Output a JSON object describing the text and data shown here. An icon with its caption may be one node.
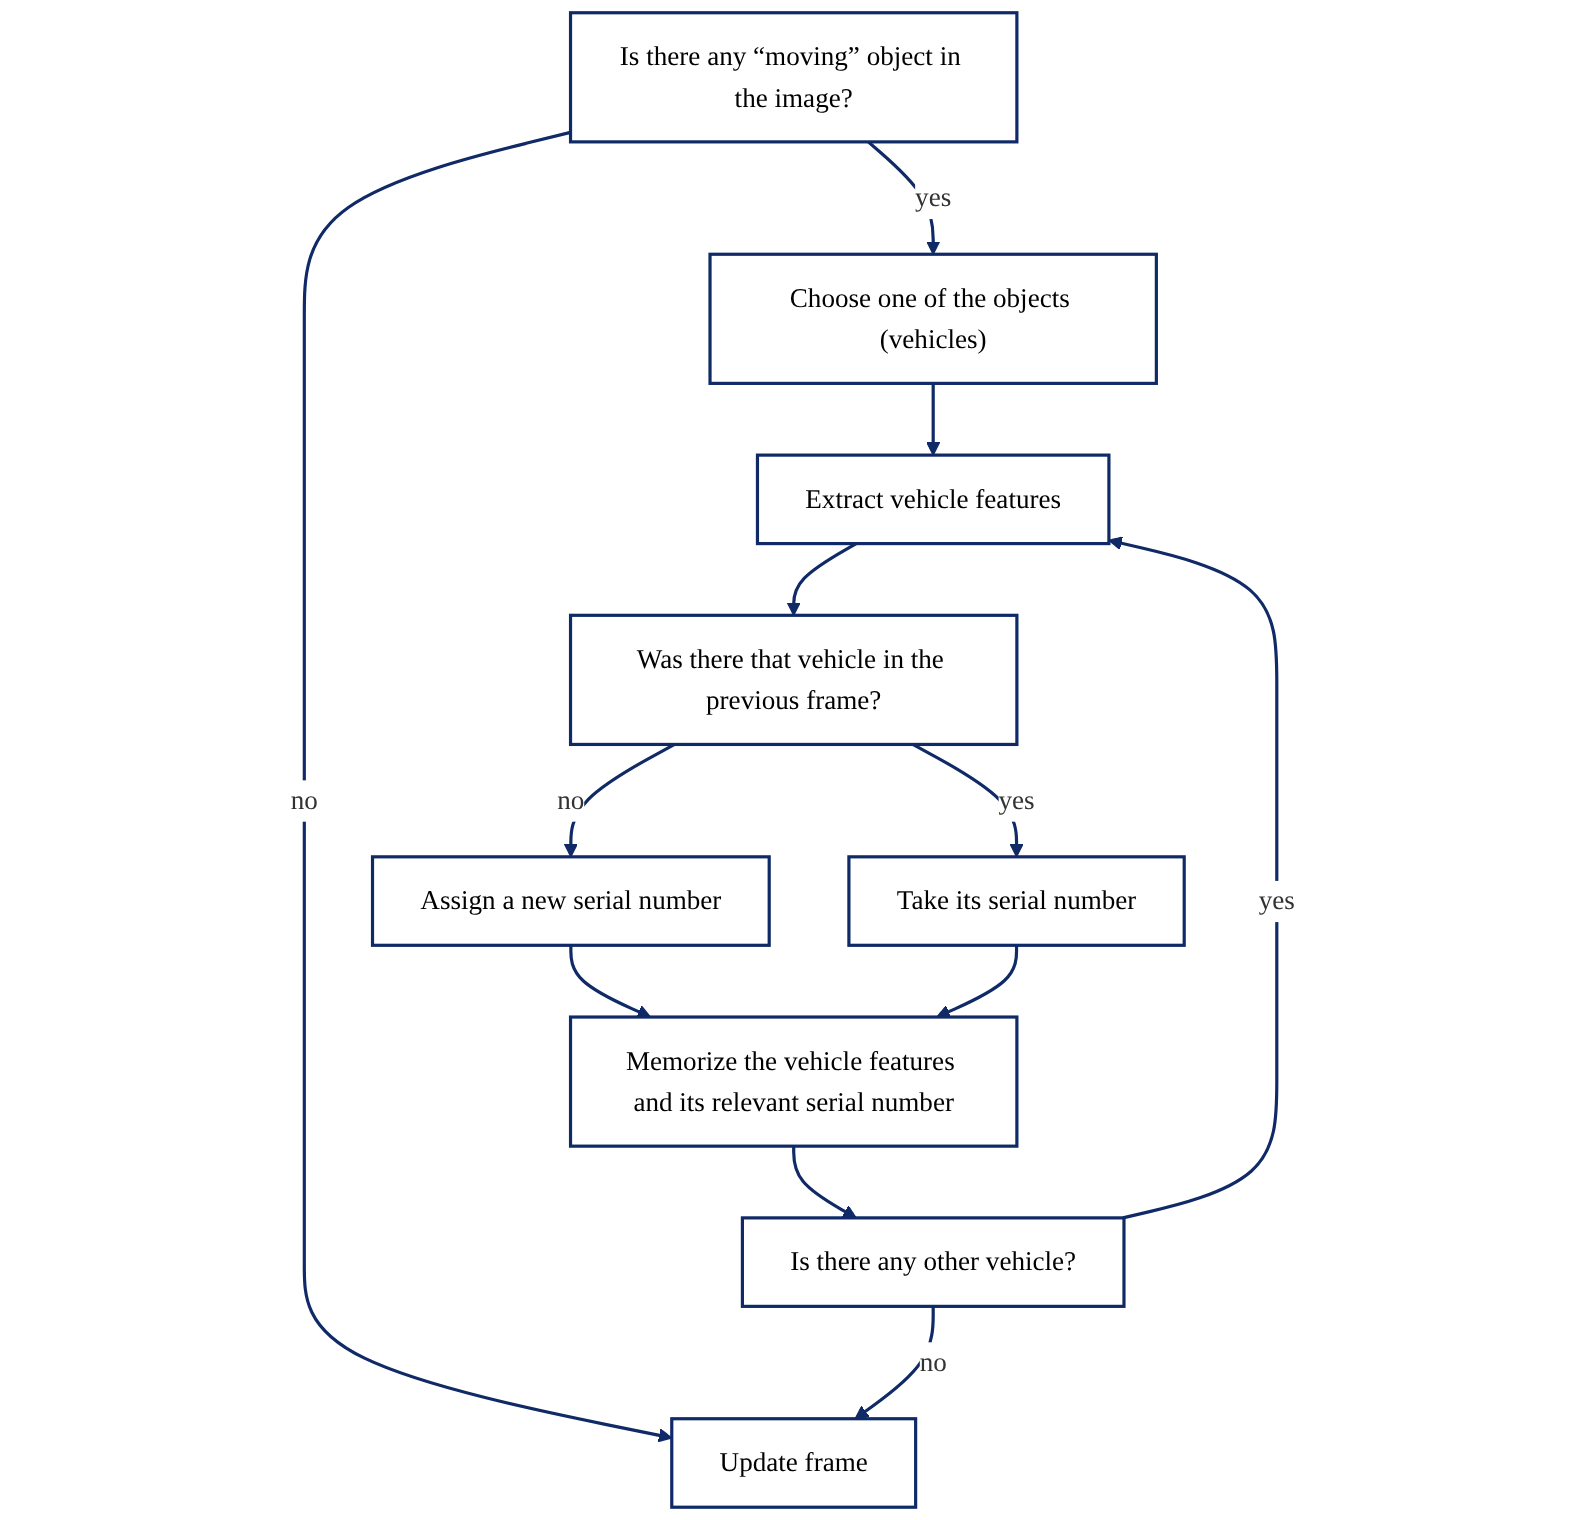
{
  "diagram": {
    "nodes": [
      {
        "text": [
          "Is there any “moving” object in the image?"
        ]
      },
      {
        "text": [
          "Choose one of the objects (vehicles)"
        ]
      },
      {
        "text": [
          "Update frame"
        ]
      },
      {
        "text": [
          "Extract vehicle features"
        ]
      },
      {
        "text": [
          "Assign a new serial number"
        ]
      },
      {
        "text": [
          "Was there that vehicle in the previous frame?"
        ]
      },
      {
        "text": [
          "Take its serial number"
        ]
      },
      {
        "text": [
          "Memorize the vehicle features and its relevant serial number"
        ]
      },
      {
        "text": [
          "Is there any other vehicle?"
        ]
      }
    ],
    "edges": [
      {
        "from": 0,
        "to": 1,
        "arrow": "to",
        "label": "yes"
      },
      {
        "from": 0,
        "to": 2,
        "arrow": "to",
        "label": "no"
      },
      {
        "from": 1,
        "to": 3,
        "arrow": "to"
      },
      {
        "from": 3,
        "to": 5,
        "arrow": "to"
      },
      {
        "from": 5,
        "to": 4,
        "arrow": "to",
        "label": "no"
      },
      {
        "from": 5,
        "to": 6,
        "arrow": "to",
        "label": "yes"
      },
      {
        "from": 4,
        "to": 7,
        "arrow": "to"
      },
      {
        "from": 6,
        "to": 7,
        "arrow": "to"
      },
      {
        "from": 7,
        "to": 8,
        "arrow": "to"
      },
      {
        "from": 8,
        "to": 3,
        "arrow": "to",
        "label": "yes"
      },
      {
        "from": 8,
        "to": 2,
        "arrow": "to",
        "label": "no"
      }
    ]
  }
}
